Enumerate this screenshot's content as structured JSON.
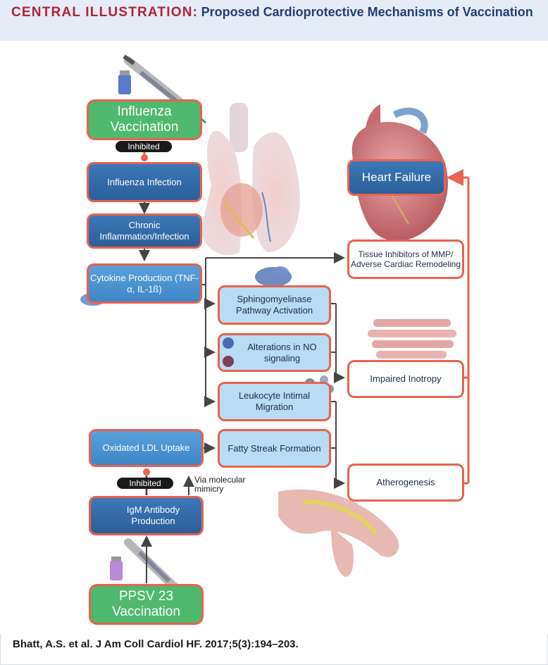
{
  "header": {
    "label": "CENTRAL ILLUSTRATION:",
    "title": "Proposed Cardioprotective Mechanisms of Vaccination"
  },
  "diagram": {
    "influenza_vaccination": "Influenza Vaccination",
    "inhibited_1": "Inhibited",
    "influenza_infection": "Influenza Infection",
    "chronic_inflammation": "Chronic Inflammation/Infection",
    "cytokine_production": "Cytokine Production (TNF-α, IL-1ß)",
    "tissue_inhibitors": "Tissue Inhibitors of MMP/ Adverse Cardiac Remodeling",
    "sphingomyelinase": "Sphingomyelinase Pathway Activation",
    "no_signaling": "Alterations in NO signaling",
    "leukocyte_migration": "Leukocyte Intimal Migration",
    "impaired_inotropy": "Impaired Inotropy",
    "heart_failure": "Heart Failure",
    "oxidated_ldl": "Oxidated LDL Uptake",
    "fatty_streak": "Fatty Streak Formation",
    "atherogenesis": "Atherogenesis",
    "inhibited_2": "Inhibited",
    "via_molecular_mimicry": "Via molecular mimicry",
    "igm_production": "IgM Antibody Production",
    "ppsv_vaccination": "PPSV 23 Vaccination"
  },
  "colors": {
    "header_label": "#b0223a",
    "header_title": "#1f3f74",
    "header_bg": "#e6ecf6",
    "box_border": "#e8624f",
    "vaccine_green": "#4fb96d",
    "arrow_dark": "#444444",
    "arrow_red": "#e8624f"
  },
  "icons": [
    "syringe-icon",
    "vial-icon",
    "lungs-illustration",
    "heart-illustration",
    "protein-icon",
    "muscle-fibers-illustration",
    "artery-illustration",
    "antibody-icon"
  ],
  "footer": {
    "citation": "Bhatt, A.S. et al. J Am Coll Cardiol HF. 2017;5(3):194–203."
  }
}
